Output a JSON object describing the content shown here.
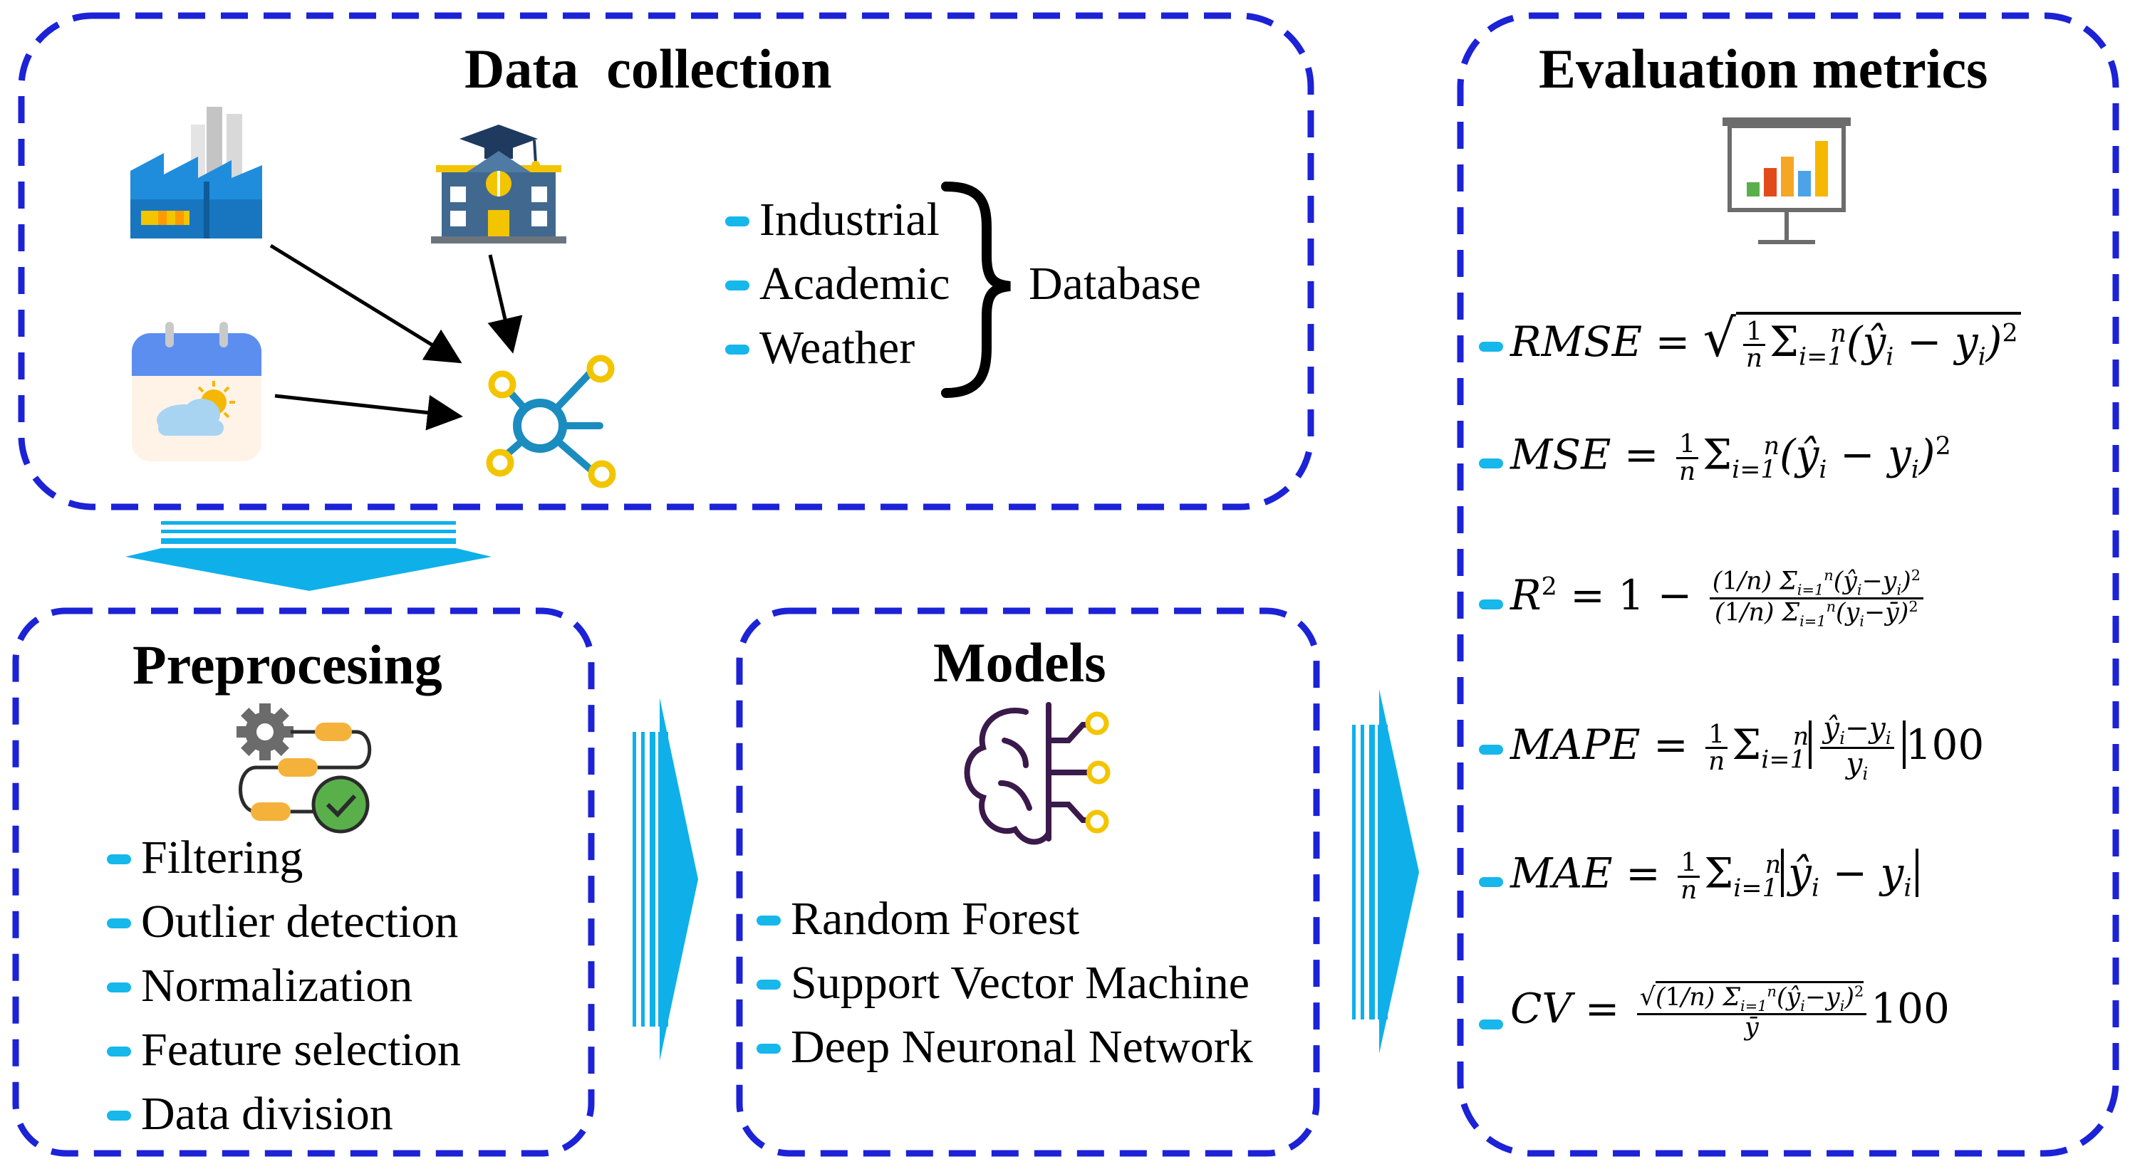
{
  "data_collection": {
    "title": "Data  collection",
    "sources": [
      "Industrial",
      "Academic",
      "Weather"
    ],
    "database_label": "Database",
    "icons": [
      "factory-icon",
      "university-icon",
      "weather-calendar-icon",
      "network-hub-icon"
    ]
  },
  "preprocessing": {
    "title": "Preprocesing",
    "items": [
      "Filtering",
      "Outlier detection",
      "Normalization",
      "Feature selection",
      "Data division"
    ],
    "icon": "gear-pipeline-icon"
  },
  "models": {
    "title": "Models",
    "items": [
      "Random Forest",
      "Support Vector Machine",
      "Deep Neuronal Network"
    ],
    "icon": "brain-circuit-icon"
  },
  "evaluation": {
    "title": "Evaluation metrics",
    "icon": "presentation-chart-icon",
    "metrics": [
      "RMSE",
      "MSE",
      "R",
      "MAPE",
      "MAE",
      "CV"
    ],
    "constants": {
      "one": "1",
      "two": "2",
      "hundred": "100"
    }
  },
  "colors": {
    "panel_border": "#1c22d6",
    "arrow": "#0fb0ea",
    "bullet": "#16b7ea",
    "factory": "#1f8ddc",
    "accent_yellow": "#f2c500",
    "network_blue": "#1b8cc0"
  }
}
